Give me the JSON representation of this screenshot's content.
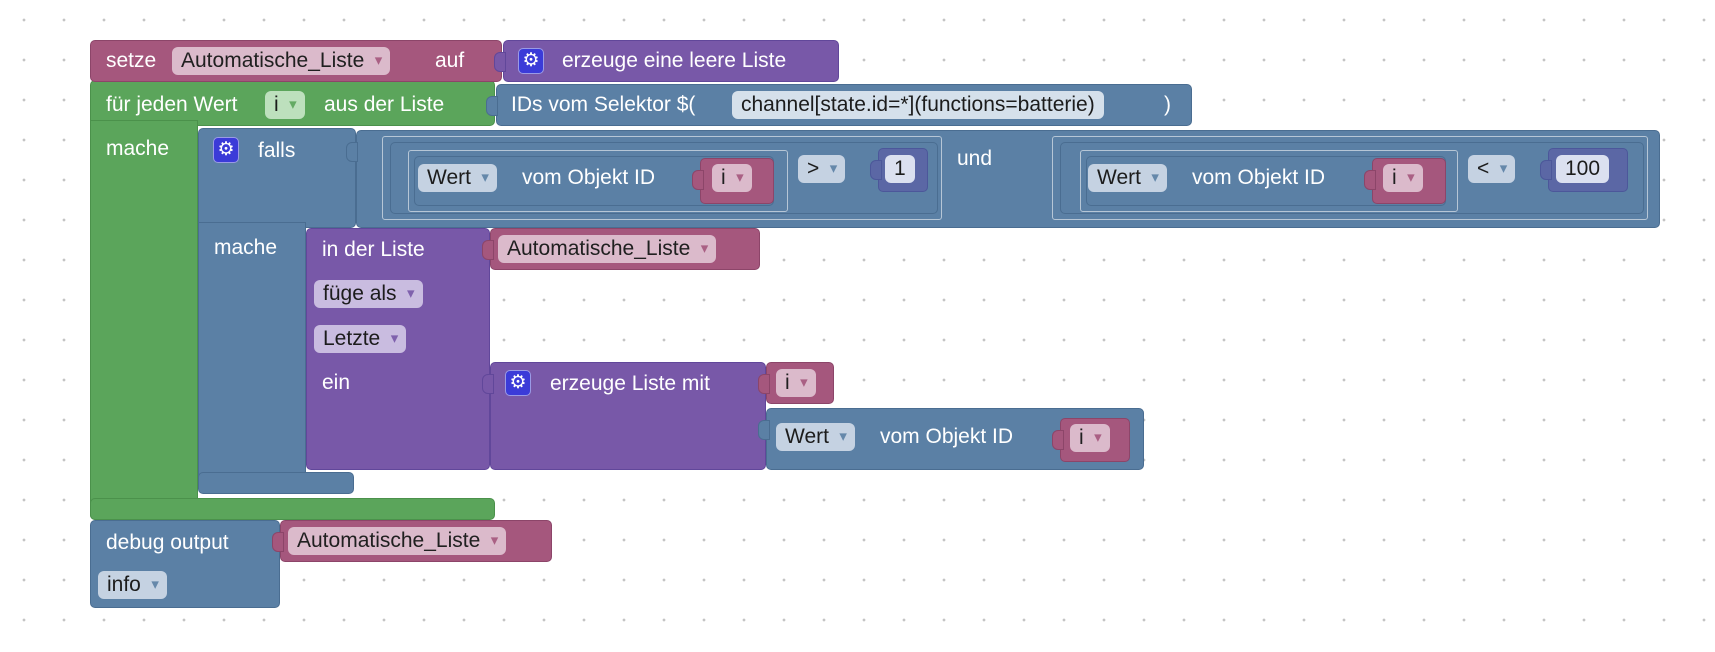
{
  "blocks": {
    "set_var": {
      "setze": "setze",
      "var": "Automatische_Liste",
      "auf": "auf",
      "create_empty": "erzeuge eine leere Liste"
    },
    "for_each": {
      "label": "für jeden Wert",
      "var": "i",
      "from_list": "aus der Liste",
      "do": "mache",
      "selector_label": "IDs vom Selektor $(",
      "selector_value": "channel[state.id=*](functions=batterie)",
      "selector_close": ")"
    },
    "if_block": {
      "falls": "falls",
      "do": "mache",
      "cond1": {
        "prop": "Wert",
        "of_object": "vom Objekt ID",
        "var": "i",
        "op": ">",
        "num": "1"
      },
      "and": "und",
      "cond2": {
        "prop": "Wert",
        "of_object": "vom Objekt ID",
        "var": "i",
        "op": "<",
        "num": "100"
      }
    },
    "list_insert": {
      "in_list": "in der Liste",
      "list_var": "Automatische_Liste",
      "mode": "füge als",
      "where": "Letzte",
      "ein": "ein",
      "create_with": "erzeuge Liste mit",
      "item1_var": "i",
      "item2_prop": "Wert",
      "item2_of_object": "vom Objekt ID",
      "item2_var": "i"
    },
    "debug": {
      "label": "debug output",
      "var": "Automatische_Liste",
      "level": "info"
    }
  },
  "icons": {
    "gear": "gear-icon"
  },
  "colors": {
    "variables": "#a5577d",
    "lists": "#7858a8",
    "loops": "#5ba55b",
    "logic": "#5b80a5",
    "math": "#5b67a5"
  }
}
